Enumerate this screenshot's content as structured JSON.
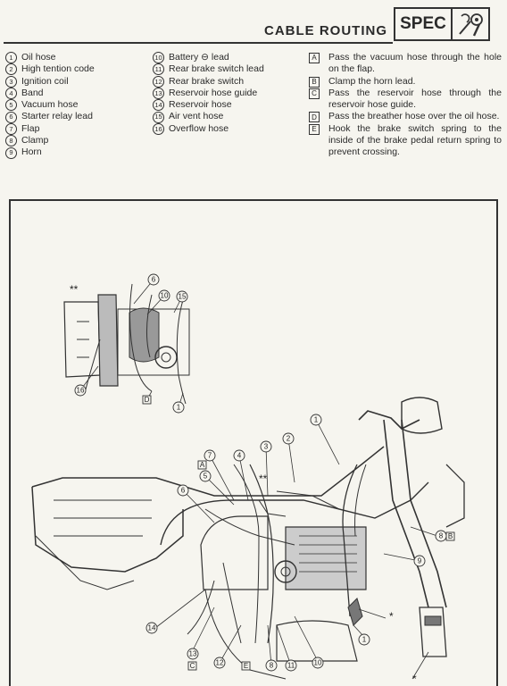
{
  "header": {
    "title": "CABLE ROUTING",
    "spec_label": "SPEC"
  },
  "legend_left": [
    {
      "num": "1",
      "label": "Oil hose"
    },
    {
      "num": "2",
      "label": "High tention code"
    },
    {
      "num": "3",
      "label": "Ignition coil"
    },
    {
      "num": "4",
      "label": "Band"
    },
    {
      "num": "5",
      "label": "Vacuum hose"
    },
    {
      "num": "6",
      "label": "Starter relay lead"
    },
    {
      "num": "7",
      "label": "Flap"
    },
    {
      "num": "8",
      "label": "Clamp"
    },
    {
      "num": "9",
      "label": "Horn"
    }
  ],
  "legend_right": [
    {
      "num": "10",
      "label": "Battery ⊖ lead"
    },
    {
      "num": "11",
      "label": "Rear brake switch lead"
    },
    {
      "num": "12",
      "label": "Rear brake switch"
    },
    {
      "num": "13",
      "label": "Reservoir hose guide"
    },
    {
      "num": "14",
      "label": "Reservoir hose"
    },
    {
      "num": "15",
      "label": "Air vent hose"
    },
    {
      "num": "16",
      "label": "Overflow hose"
    }
  ],
  "notes": [
    {
      "letter": "A",
      "text": "Pass the vacuum hose through the hole on the flap."
    },
    {
      "letter": "B",
      "text": "Clamp the horn lead."
    },
    {
      "letter": "C",
      "text": "Pass the reservoir hose through the reservoir hose guide."
    },
    {
      "letter": "D",
      "text": "Pass the breather hose over the oil hose."
    },
    {
      "letter": "E",
      "text": "Hook the brake switch spring to the inside of the brake pedal return spring to prevent crossing."
    }
  ],
  "diagram": {
    "detail_marker": "**",
    "spring_marker": "*",
    "callouts": [
      "1",
      "2",
      "3",
      "4",
      "5",
      "6",
      "7",
      "8",
      "9",
      "10",
      "11",
      "12",
      "13",
      "14",
      "15",
      "16"
    ],
    "box_labels": [
      "A",
      "B",
      "C",
      "D",
      "E"
    ]
  }
}
